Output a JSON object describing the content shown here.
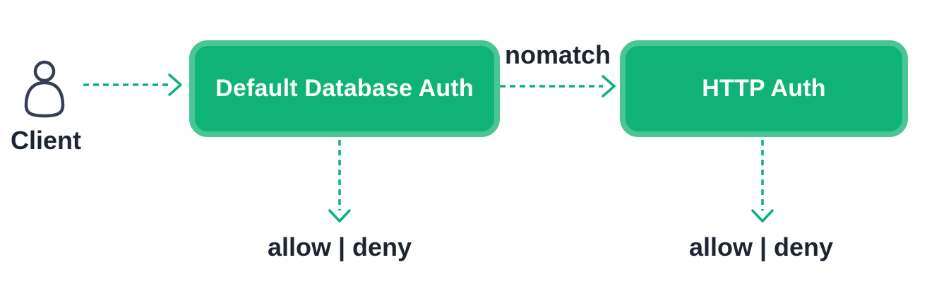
{
  "theme": {
    "background": "#FFFFFF",
    "node_fill": "#0FB377",
    "node_border": "#4AC695",
    "node_text": "#FFFFFF",
    "arrow": "#0CB377",
    "label_text": "#1D2433",
    "icon_stroke": "#353E54"
  },
  "diagram": {
    "client": {
      "label": "Client",
      "icon": "person-icon"
    },
    "nodes": [
      {
        "id": "default-database-auth",
        "label": "Default Database Auth",
        "result": "allow | deny"
      },
      {
        "id": "http-auth",
        "label": "HTTP Auth",
        "result": "allow | deny"
      }
    ],
    "edges": [
      {
        "from": "client",
        "to": "default-database-auth",
        "label": ""
      },
      {
        "from": "default-database-auth",
        "to": "http-auth",
        "label": "nomatch"
      },
      {
        "from": "default-database-auth",
        "to": "result",
        "label": ""
      },
      {
        "from": "http-auth",
        "to": "result",
        "label": ""
      }
    ]
  }
}
